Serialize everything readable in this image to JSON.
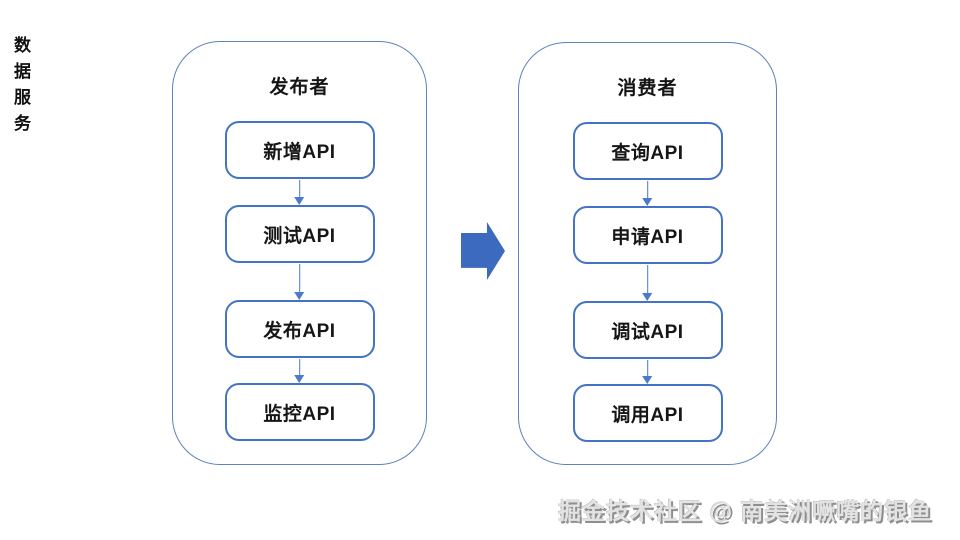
{
  "side_label": "数据服务",
  "panels": [
    {
      "title": "发布者",
      "steps": [
        "新增API",
        "测试API",
        "发布API",
        "监控API"
      ]
    },
    {
      "title": "消费者",
      "steps": [
        "查询API",
        "申请API",
        "调试API",
        "调用API"
      ]
    }
  ],
  "watermark": "掘金技术社区 @ 南美洲噘嘴的银鱼",
  "colors": {
    "container_border": "#5b82bb",
    "box_border": "#4472c4",
    "connector_arrow": "#4a7ac9",
    "block_arrow": "#3c6abf",
    "text": "#1a1a1a",
    "watermark": "#bfbfbf"
  }
}
